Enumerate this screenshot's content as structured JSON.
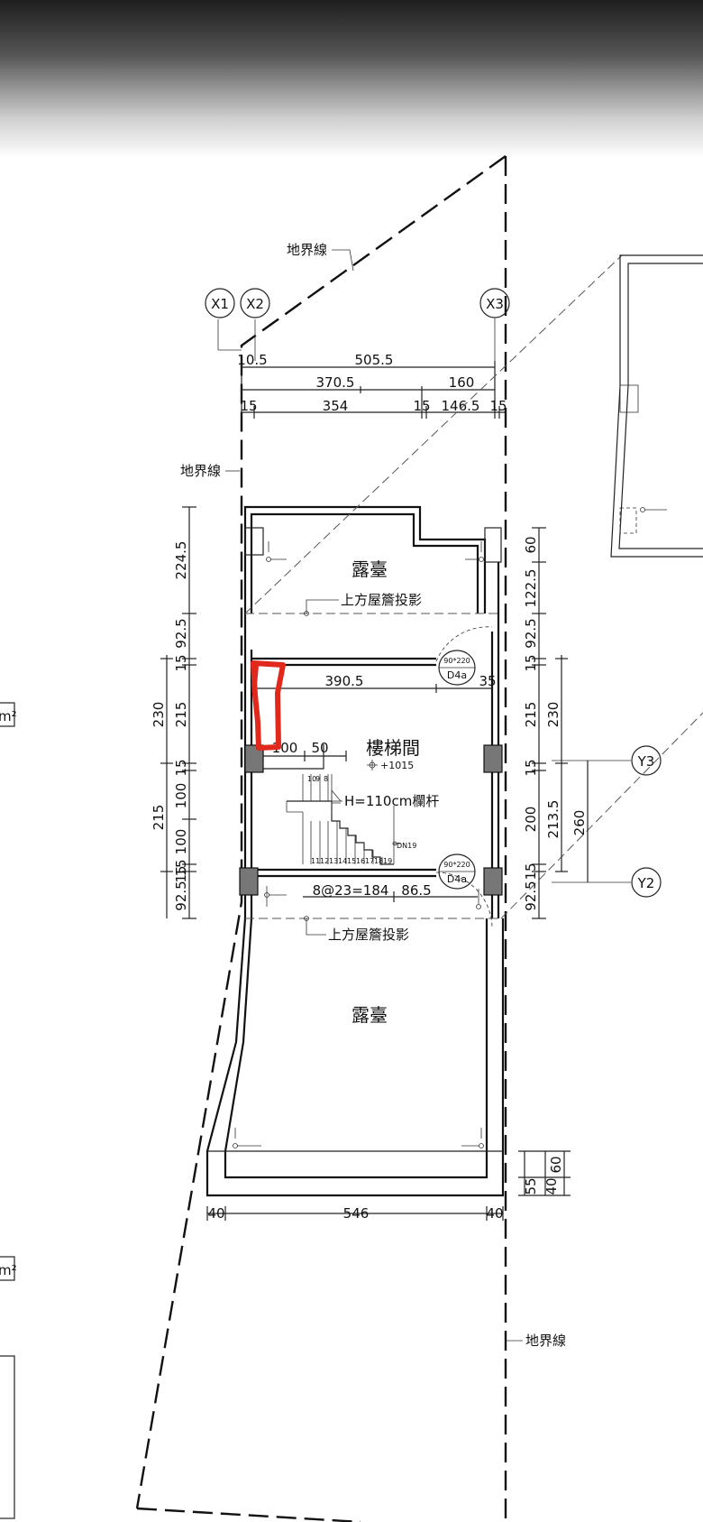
{
  "labels": {
    "boundary": "地界線",
    "terrace": "露臺",
    "eave_projection": "上方屋簷投影",
    "stair_hall": "樓梯間",
    "level": "+1015",
    "railing": "H=110cm欄杆",
    "stair_down": "DN19",
    "door_size": "90*220",
    "door_type": "D4a",
    "stair_run": "8@23=184",
    "edge_unit_1": "m²",
    "edge_unit_2": "m²"
  },
  "grid_axes": [
    "X1",
    "X2",
    "X3",
    "Y3",
    "Y2"
  ],
  "stair_treads": [
    "10",
    "9",
    "8",
    "11",
    "12",
    "13",
    "14",
    "15",
    "16",
    "17",
    "18",
    "19"
  ],
  "dimensions": {
    "top": [
      "10.5",
      "505.5",
      "370.5",
      "160",
      "15",
      "354",
      "15",
      "146.5",
      "15"
    ],
    "inner": [
      "390.5",
      "35",
      "100",
      "50",
      "86.5"
    ],
    "left": [
      "224.5",
      "92.5",
      "15",
      "215",
      "230",
      "15",
      "100",
      "215",
      "100",
      "15",
      "92.5",
      "15"
    ],
    "right": [
      "60",
      "122.5",
      "92.5",
      "15",
      "215",
      "230",
      "15",
      "200",
      "213.5",
      "260",
      "92.5",
      "15"
    ],
    "bottom": [
      "40",
      "546",
      "40",
      "55",
      "40",
      "60"
    ]
  },
  "colors": {
    "highlight": "#e0281c",
    "column_fill": "#777777",
    "line": "#111111"
  }
}
